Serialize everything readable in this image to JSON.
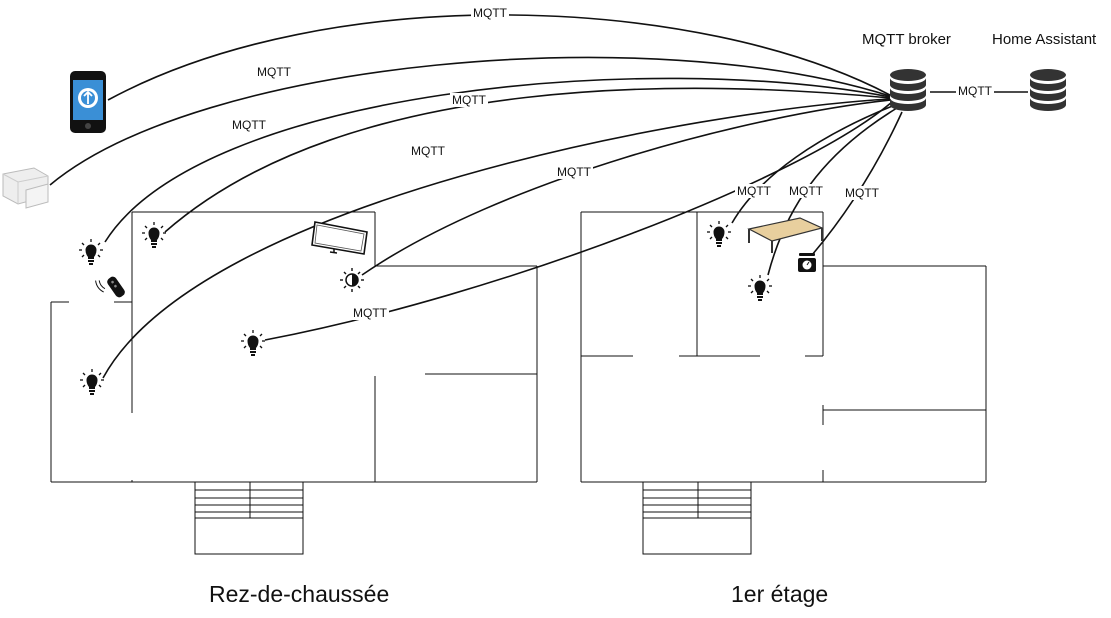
{
  "nodes": {
    "broker": {
      "label": "MQTT broker",
      "icon": "database-icon"
    },
    "home_assistant": {
      "label": "Home Assistant",
      "icon": "database-icon"
    }
  },
  "floors": {
    "ground": {
      "label": "Rez-de-chaussée"
    },
    "first": {
      "label": "1er étage"
    }
  },
  "edges": [
    {
      "id": "phone-broker",
      "label": "MQTT"
    },
    {
      "id": "motion-broker",
      "label": "MQTT"
    },
    {
      "id": "bulb-outside-broker",
      "label": "MQTT"
    },
    {
      "id": "bulb-room-broker",
      "label": "MQTT"
    },
    {
      "id": "bulb-entrance-broker",
      "label": "MQTT"
    },
    {
      "id": "dimmer-broker",
      "label": "MQTT"
    },
    {
      "id": "bulb-living-broker",
      "label": "MQTT"
    },
    {
      "id": "bulb-bedroom1-broker",
      "label": "MQTT"
    },
    {
      "id": "bulb-bedroom2-broker",
      "label": "MQTT"
    },
    {
      "id": "scale-broker",
      "label": "MQTT"
    },
    {
      "id": "broker-homeassistant",
      "label": "MQTT"
    }
  ],
  "colors": {
    "line": "#111111",
    "icon": "#222222",
    "background": "#ffffff"
  }
}
